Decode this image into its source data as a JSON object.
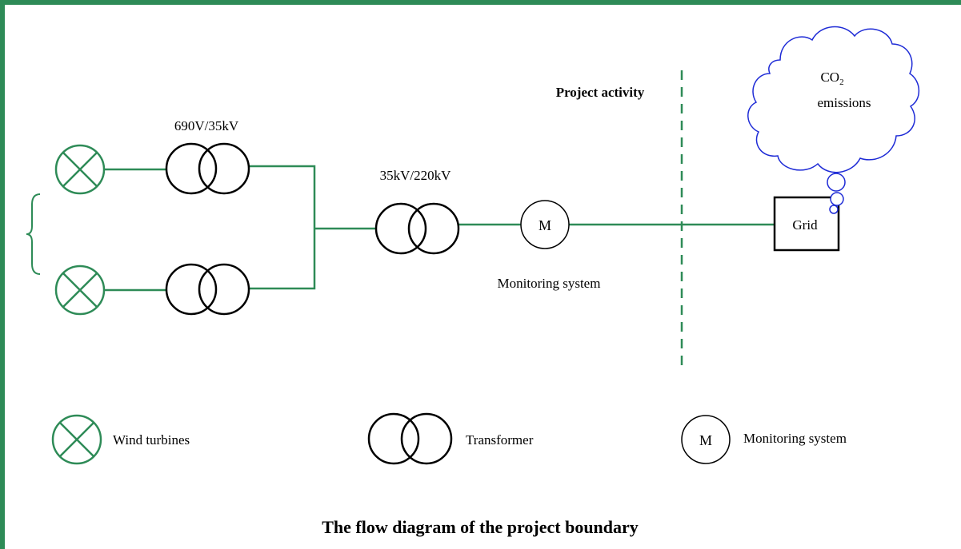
{
  "diagram": {
    "title": "The flow diagram of the project boundary",
    "label_transformer_1": "690V/35kV",
    "label_transformer_2": "35kV/220kV",
    "meter_symbol": "M",
    "monitoring_label": "Monitoring system",
    "project_activity_label": "Project activity",
    "grid_label": "Grid",
    "co2_text": "CO",
    "co2_subscript": "2",
    "emissions_text": "emissions"
  },
  "legend": {
    "wind_turbines": "Wind turbines",
    "transformer": "Transformer",
    "meter_symbol": "M",
    "monitoring_system": "Monitoring system"
  },
  "colors": {
    "line": "#2e8b57",
    "cloud": "#1e2bd6",
    "frame": "#2e8b57",
    "symbol": "#000000"
  }
}
